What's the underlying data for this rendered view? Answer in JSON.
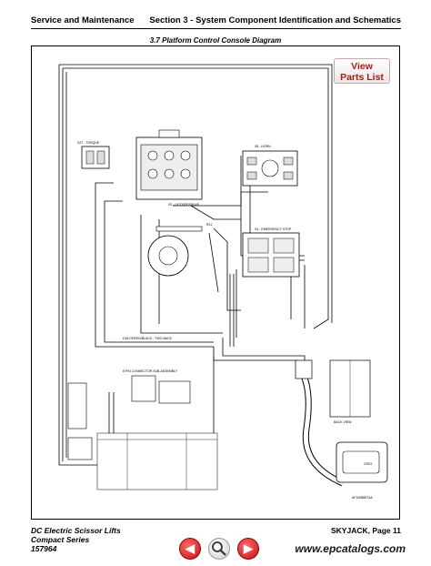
{
  "header": {
    "left": "Service and Maintenance",
    "right": "Section 3 - System Component Identification and Schematics"
  },
  "title": {
    "number": "3.7",
    "text": "Platform Control Console Diagram"
  },
  "view_button": {
    "line1": "View",
    "line2": "Parts List"
  },
  "diagram_labels": {
    "torque": "S27 - TORQUE",
    "lift_drive": "S2 - LIFT/OFF/DRIVE",
    "horn": "S8 - HORN",
    "pot": "R21",
    "estop": "S4 - EMERGENCY STOP",
    "wire_note": "D18 GREEN/BLACK - TWO BACK",
    "connector": "8 PIN CONNECTOR SUB-ASSEMBLY",
    "back_view": "BACK VIEW",
    "part_no": "AF1008857AA",
    "crd": "CRD1"
  },
  "footer": {
    "line1": "DC Electric Scissor Lifts",
    "line2": "Compact Series",
    "line3": "157964",
    "page": "SKYJACK, Page 11"
  },
  "nav": {
    "prev_icon": "arrow-left-icon",
    "zoom_icon": "magnifier-icon",
    "next_icon": "arrow-right-icon"
  },
  "site": "www.epcatalogs.com",
  "colors": {
    "accent_red": "#b01818",
    "nav_red": "#c21010"
  }
}
